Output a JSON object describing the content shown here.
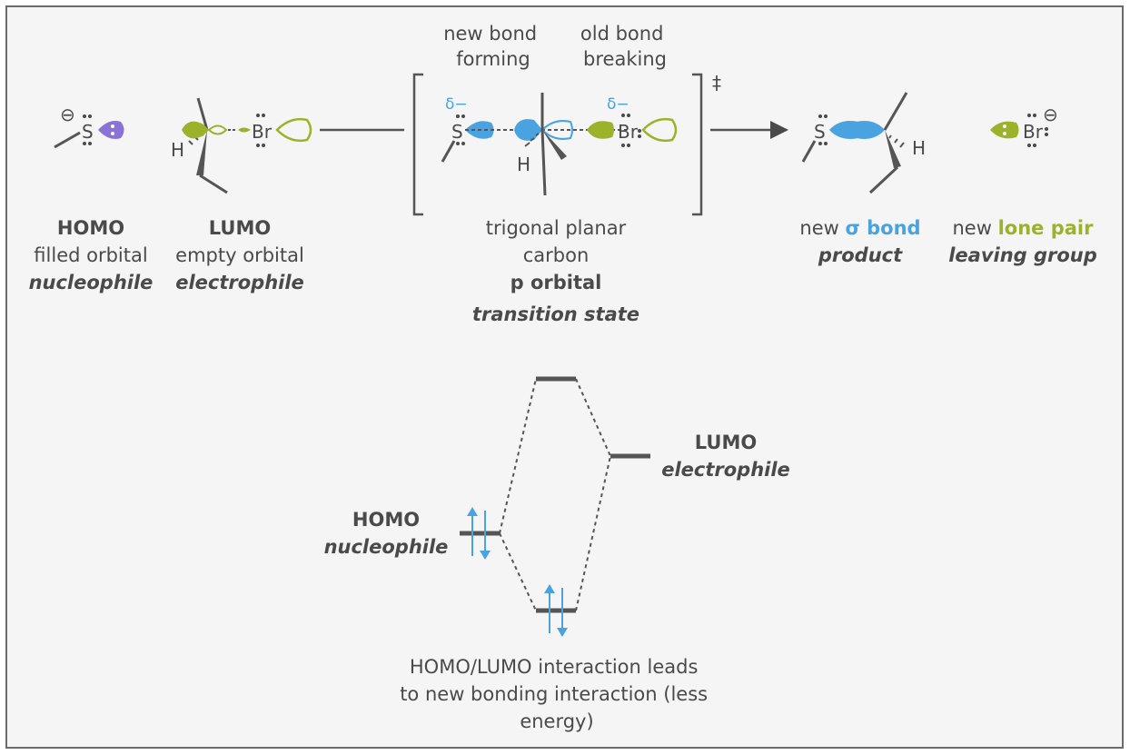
{
  "colors": {
    "purple": "#8a72d6",
    "green": "#9bb22b",
    "blue": "#4aa3e0",
    "dark": "#4a4a4a",
    "bond": "#555555",
    "panel": "#f5f5f5",
    "border": "#6b6b6b"
  },
  "annotations": {
    "new_bond_forming": [
      "new bond",
      "forming"
    ],
    "old_bond_breaking": [
      "old bond",
      "breaking"
    ],
    "ts_symbol": "‡",
    "delta_minus": "δ−",
    "charge_minus": "⊖"
  },
  "atoms": {
    "sulfur": "S",
    "bromine": "Br",
    "hydrogen": "H"
  },
  "homo": {
    "title": "HOMO",
    "line1": "filled orbital",
    "line2": "nucleophile"
  },
  "lumo": {
    "title": "LUMO",
    "line1": "empty orbital",
    "line2": "electrophile"
  },
  "ts_labels": {
    "line1": "trigonal planar",
    "line2": "carbon",
    "line3": "p orbital",
    "line4": "transition state"
  },
  "product_labels": {
    "prefix": "new ",
    "sigma": "σ bond",
    "line2": "product"
  },
  "lg_labels": {
    "prefix": "new ",
    "lone_pair": "lone pair",
    "line2": "leaving group"
  },
  "mo_diagram": {
    "lumo_title": "LUMO",
    "lumo_sub": "electrophile",
    "homo_title": "HOMO",
    "homo_sub": "nucleophile",
    "caption": [
      "HOMO/LUMO interaction leads",
      "to new bonding interaction (less",
      "energy)"
    ]
  }
}
